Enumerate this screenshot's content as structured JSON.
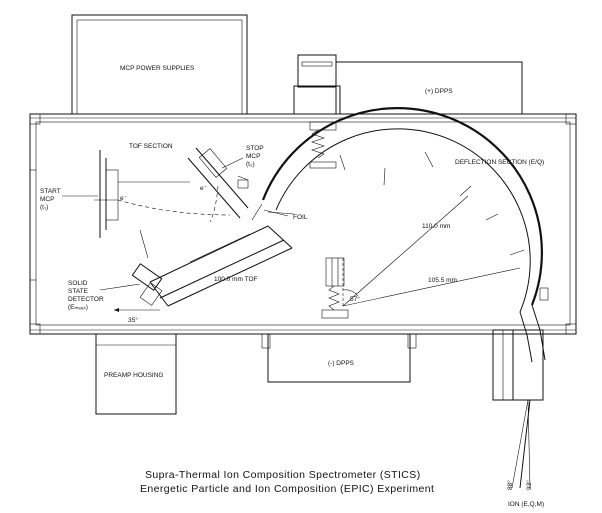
{
  "labels": {
    "mcp_power": "MCP POWER SUPPLIES",
    "dpps_plus": "(+) DPPS",
    "dpps_minus": "(-) DPPS",
    "preamp": "PREAMP HOUSING",
    "tof_section": "TOF SECTION",
    "deflection": "DEFLECTION SECTION (E/Q)",
    "stop_mcp_1": "STOP",
    "stop_mcp_2": "MCP",
    "stop_mcp_3": "(t₂)",
    "start_mcp_1": "START",
    "start_mcp_2": "MCP",
    "start_mcp_3": "(t₁)",
    "foil": "FOIL",
    "ssd_1": "SOLID",
    "ssd_2": "STATE",
    "ssd_3": "DETECTOR",
    "ssd_4": "(Eₘₑₐₛ)",
    "tof_length": "100.0 mm TOF",
    "r_outer": "110.0 mm",
    "r_inner": "105.5 mm",
    "angle_35": "35°",
    "angle_57": "57°",
    "angle_88": "88°",
    "angle_93": "93°",
    "ion": "ION (E,Q,M)",
    "electron_1": "e⁻",
    "electron_2": "e⁻"
  },
  "caption": {
    "line1": "Supra-Thermal Ion Composition Spectrometer (STICS)",
    "line2": "Energetic Particle and Ion Composition (EPIC) Experiment"
  }
}
